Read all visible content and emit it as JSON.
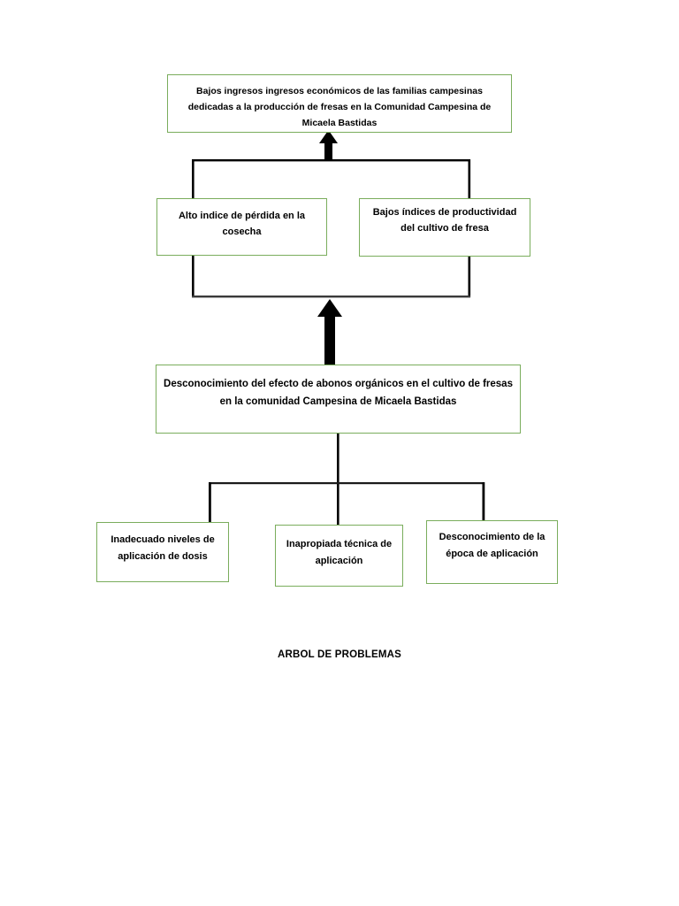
{
  "document": {
    "title": "ARBOL DE PROBLEMAS",
    "caption": "ARBOL DE PROBLEMAS",
    "colors": {
      "box_border": "#7aad5c",
      "connector": "#000000",
      "text": "#000000",
      "background": "#ffffff"
    }
  },
  "diagram": {
    "type": "problem-tree",
    "nodes": {
      "top_effect": {
        "id": "top-effect",
        "level": "effect-main",
        "text": "Bajos ingresos ingresos económicos de las familias campesinas dedicadas a la producción de fresas en la Comunidad  Campesina de Micaela Bastidas"
      },
      "effect_left": {
        "id": "effect-loss",
        "level": "effect-secondary",
        "text": "Alto indice de pérdida en la cosecha"
      },
      "effect_right": {
        "id": "effect-productivity",
        "level": "effect-secondary",
        "text": "Bajos índices de productividad del cultivo de fresa"
      },
      "core_problem": {
        "id": "core-problem",
        "level": "central-problem",
        "text": "Desconocimiento del efecto de abonos orgánicos en el cultivo de fresas en la comunidad Campesina de Micaela Bastidas"
      },
      "cause_left": {
        "id": "cause-dosis",
        "level": "cause",
        "text": "Inadecuado niveles de aplicación de dosis"
      },
      "cause_center": {
        "id": "cause-tecnica",
        "level": "cause",
        "text": "Inapropiada técnica de aplicación"
      },
      "cause_right": {
        "id": "cause-epoca",
        "level": "cause",
        "text": "Desconocimiento de la época de aplicación"
      }
    },
    "connectors": [
      {
        "name": "arrow-to-top-effect",
        "kind": "arrow-up",
        "weight": "medium"
      },
      {
        "name": "bus-effects",
        "kind": "horizontal-bus"
      },
      {
        "name": "arrow-to-effects",
        "kind": "arrow-up",
        "weight": "heavy"
      },
      {
        "name": "stem-core-to-causes",
        "kind": "vertical-line"
      },
      {
        "name": "bus-causes",
        "kind": "horizontal-bus"
      }
    ]
  }
}
